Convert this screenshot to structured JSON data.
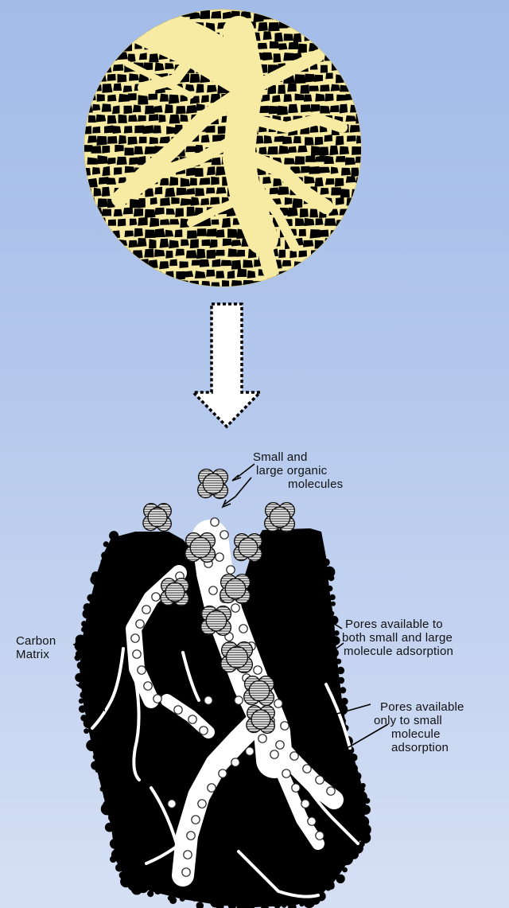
{
  "labels": {
    "molecules": [
      "Small and",
      "large organic",
      "molecules"
    ],
    "carbon_matrix": [
      "Carbon",
      "Matrix"
    ],
    "pores_both": [
      "Pores available to",
      "both small and large",
      "molecule adsorption"
    ],
    "pores_small": [
      "Pores available",
      "only to small",
      "molecule",
      "adsorption"
    ]
  },
  "colors": {
    "background_top": "#a2bbe8",
    "background_bottom": "#d6e0f4",
    "granule_fill": "#f7eba3",
    "carbon": "#000000",
    "arrow_fill": "#ffffff"
  }
}
